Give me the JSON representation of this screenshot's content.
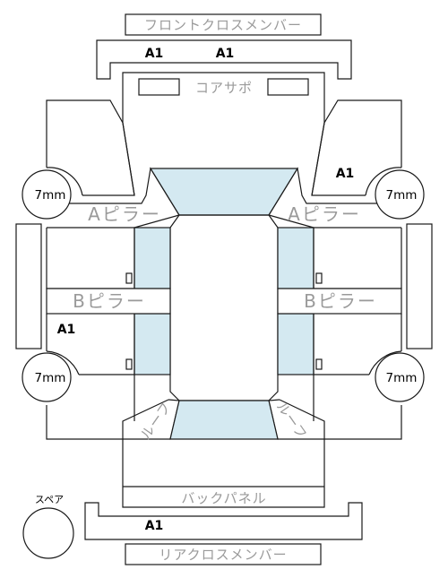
{
  "labels": {
    "front_cross_member": "フロントクロスメンバー",
    "core_support": "コアサポ",
    "a_pillar": "Aピラー",
    "b_pillar": "Bピラー",
    "back_panel": "バックパネル",
    "rear_cross_member": "リアクロスメンバー",
    "spare": "スペア",
    "roof_rear_left": "ルーフ",
    "roof_rear_right": "ルーフ"
  },
  "marks": {
    "front_cross_left": "A1",
    "front_cross_right": "A1",
    "front_right_fender": "A1",
    "left_rear_door": "A1",
    "rear_cross": "A1"
  },
  "tires": {
    "front_left": "7mm",
    "front_right": "7mm",
    "rear_left": "7mm",
    "rear_right": "7mm"
  },
  "colors": {
    "outline": "#1a1a1a",
    "glass": "#d4e9f1",
    "grey_text": "#9a9a9a"
  }
}
